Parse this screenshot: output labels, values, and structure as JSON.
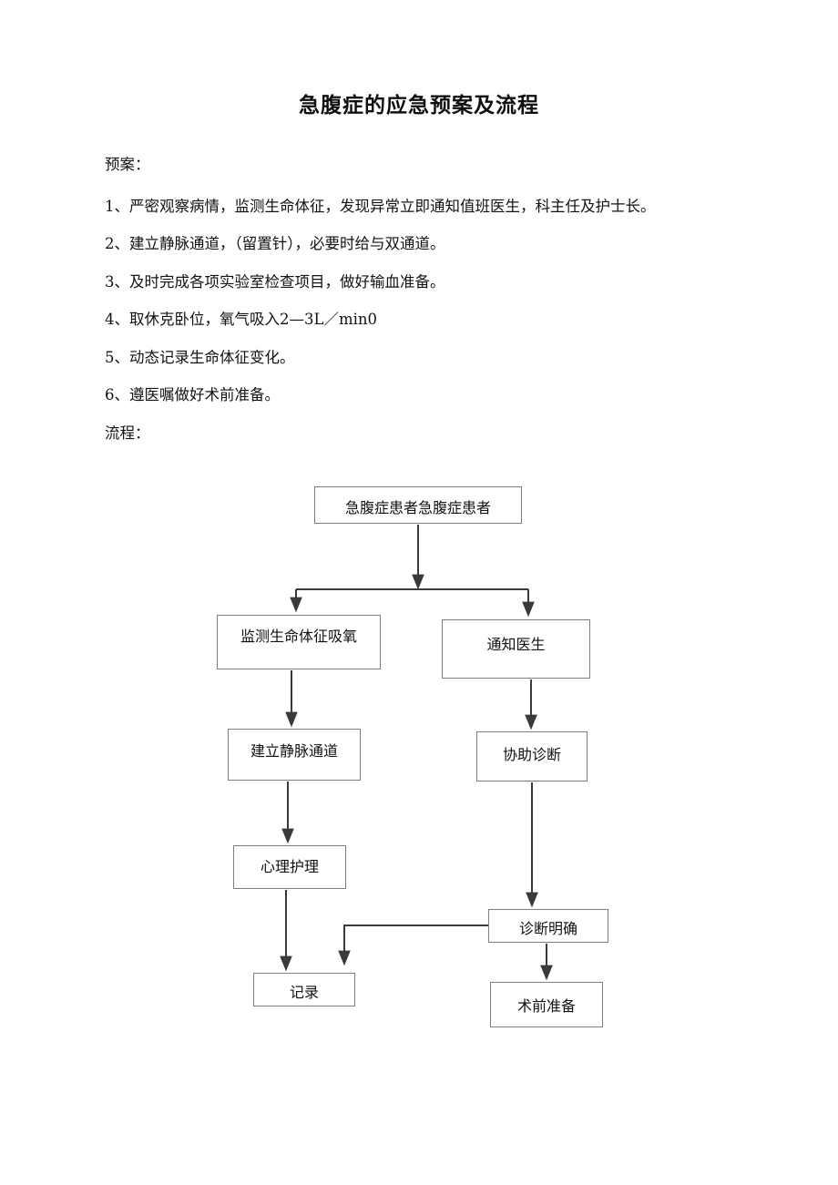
{
  "document": {
    "title": "急腹症的应急预案及流程",
    "plan_label": "预案：",
    "flow_label": "流程："
  },
  "plan_items": [
    "1、严密观察病情，监测生命体征，发现异常立即通知值班医生，科主任及护士长。",
    "2、建立静脉通道，（留置针），必要时给与双通道。",
    "3、及时完成各项实验室检查项目，做好输血准备。",
    "4、取休克卧位，氧气吸入2—3L／min0",
    "5、动态记录生命体征变化。",
    "6、遵医嘱做好术前准备。"
  ],
  "flowchart": {
    "nodes": [
      {
        "id": "top",
        "label": "急腹症患者急腹症患者"
      },
      {
        "id": "monitor",
        "label": "监测生命体征吸氧"
      },
      {
        "id": "notify",
        "label": "通知医生"
      },
      {
        "id": "iv",
        "label": "建立静脉通道"
      },
      {
        "id": "assist",
        "label": "协助诊断"
      },
      {
        "id": "psych",
        "label": "心理护理"
      },
      {
        "id": "diagnose",
        "label": "诊断明确"
      },
      {
        "id": "record",
        "label": "记录"
      },
      {
        "id": "preop",
        "label": "术前准备"
      }
    ],
    "edges": [
      {
        "from": "top",
        "to": "monitor",
        "style": "split-left"
      },
      {
        "from": "top",
        "to": "notify",
        "style": "split-right"
      },
      {
        "from": "monitor",
        "to": "iv",
        "style": "straight"
      },
      {
        "from": "notify",
        "to": "assist",
        "style": "straight"
      },
      {
        "from": "iv",
        "to": "psych",
        "style": "straight"
      },
      {
        "from": "assist",
        "to": "diagnose",
        "style": "straight"
      },
      {
        "from": "psych",
        "to": "record",
        "style": "straight"
      },
      {
        "from": "diagnose",
        "to": "record",
        "style": "elbow-left-down"
      },
      {
        "from": "diagnose",
        "to": "preop",
        "style": "straight"
      }
    ],
    "line_color": "#3a3a3a",
    "box_border_color": "#7d7d7d"
  }
}
